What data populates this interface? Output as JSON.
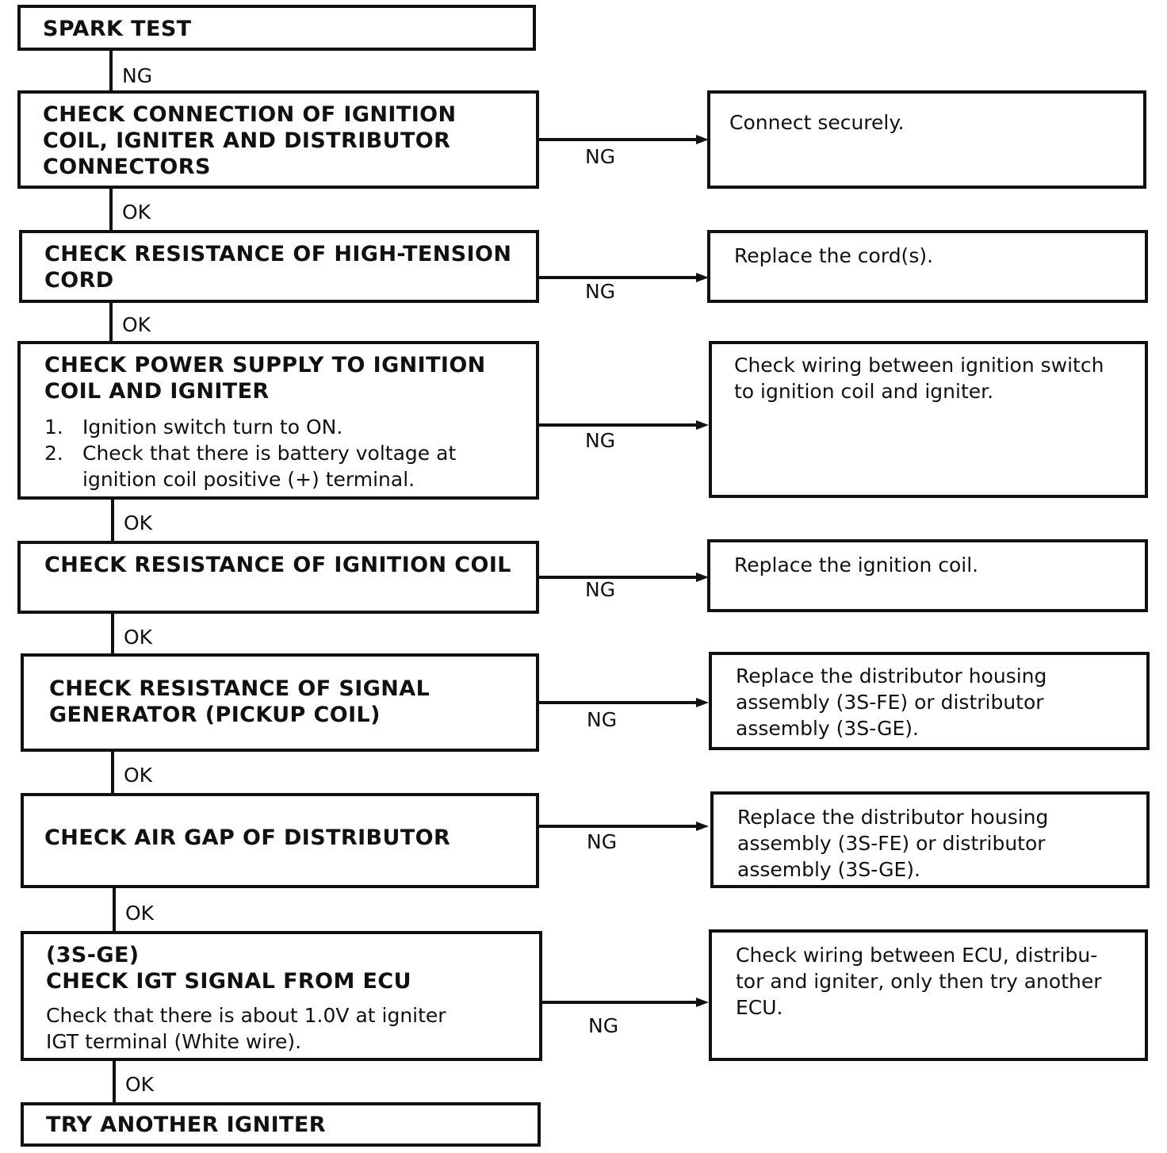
{
  "flowchart": {
    "steps": [
      {
        "title": "SPARK TEST"
      },
      {
        "title": "CHECK CONNECTION OF IGNITION\nCOIL, IGNITER AND DISTRIBUTOR\nCONNECTORS"
      },
      {
        "title": "CHECK RESISTANCE OF HIGH-TENSION\nCORD"
      },
      {
        "title": "CHECK POWER SUPPLY TO IGNITION\nCOIL AND IGNITER",
        "instructions": [
          {
            "number": "1.",
            "text": "Ignition switch turn to ON."
          },
          {
            "number": "2.",
            "text": "Check that there is battery voltage at\nignition coil positive (+) terminal."
          }
        ]
      },
      {
        "title": "CHECK RESISTANCE OF IGNITION COIL"
      },
      {
        "title": "CHECK RESISTANCE OF SIGNAL\nGENERATOR (PICKUP COIL)"
      },
      {
        "title": "CHECK AIR GAP OF DISTRIBUTOR"
      },
      {
        "pretitle": "(3S-GE)",
        "title": "CHECK IGT SIGNAL FROM ECU",
        "description": "Check that there is about 1.0V at igniter\nIGT terminal (White wire)."
      },
      {
        "title": "TRY ANOTHER IGNITER"
      }
    ],
    "down_labels": [
      "NG",
      "OK",
      "OK",
      "OK",
      "OK",
      "OK",
      "OK",
      "OK"
    ],
    "ng_label": "NG",
    "actions": [
      {
        "text": "Connect securely."
      },
      {
        "text": "Replace the cord(s)."
      },
      {
        "text": "Check wiring between ignition switch\nto ignition coil and igniter."
      },
      {
        "text": "Replace the ignition coil."
      },
      {
        "text": "Replace the distributor housing\nassembly (3S-FE) or distributor\nassembly (3S-GE)."
      },
      {
        "text": "Replace the distributor housing\nassembly (3S-FE) or distributor\nassembly (3S-GE)."
      },
      {
        "text": "Check wiring between ECU, distribu-\ntor and igniter, only then try another\nECU."
      }
    ]
  }
}
